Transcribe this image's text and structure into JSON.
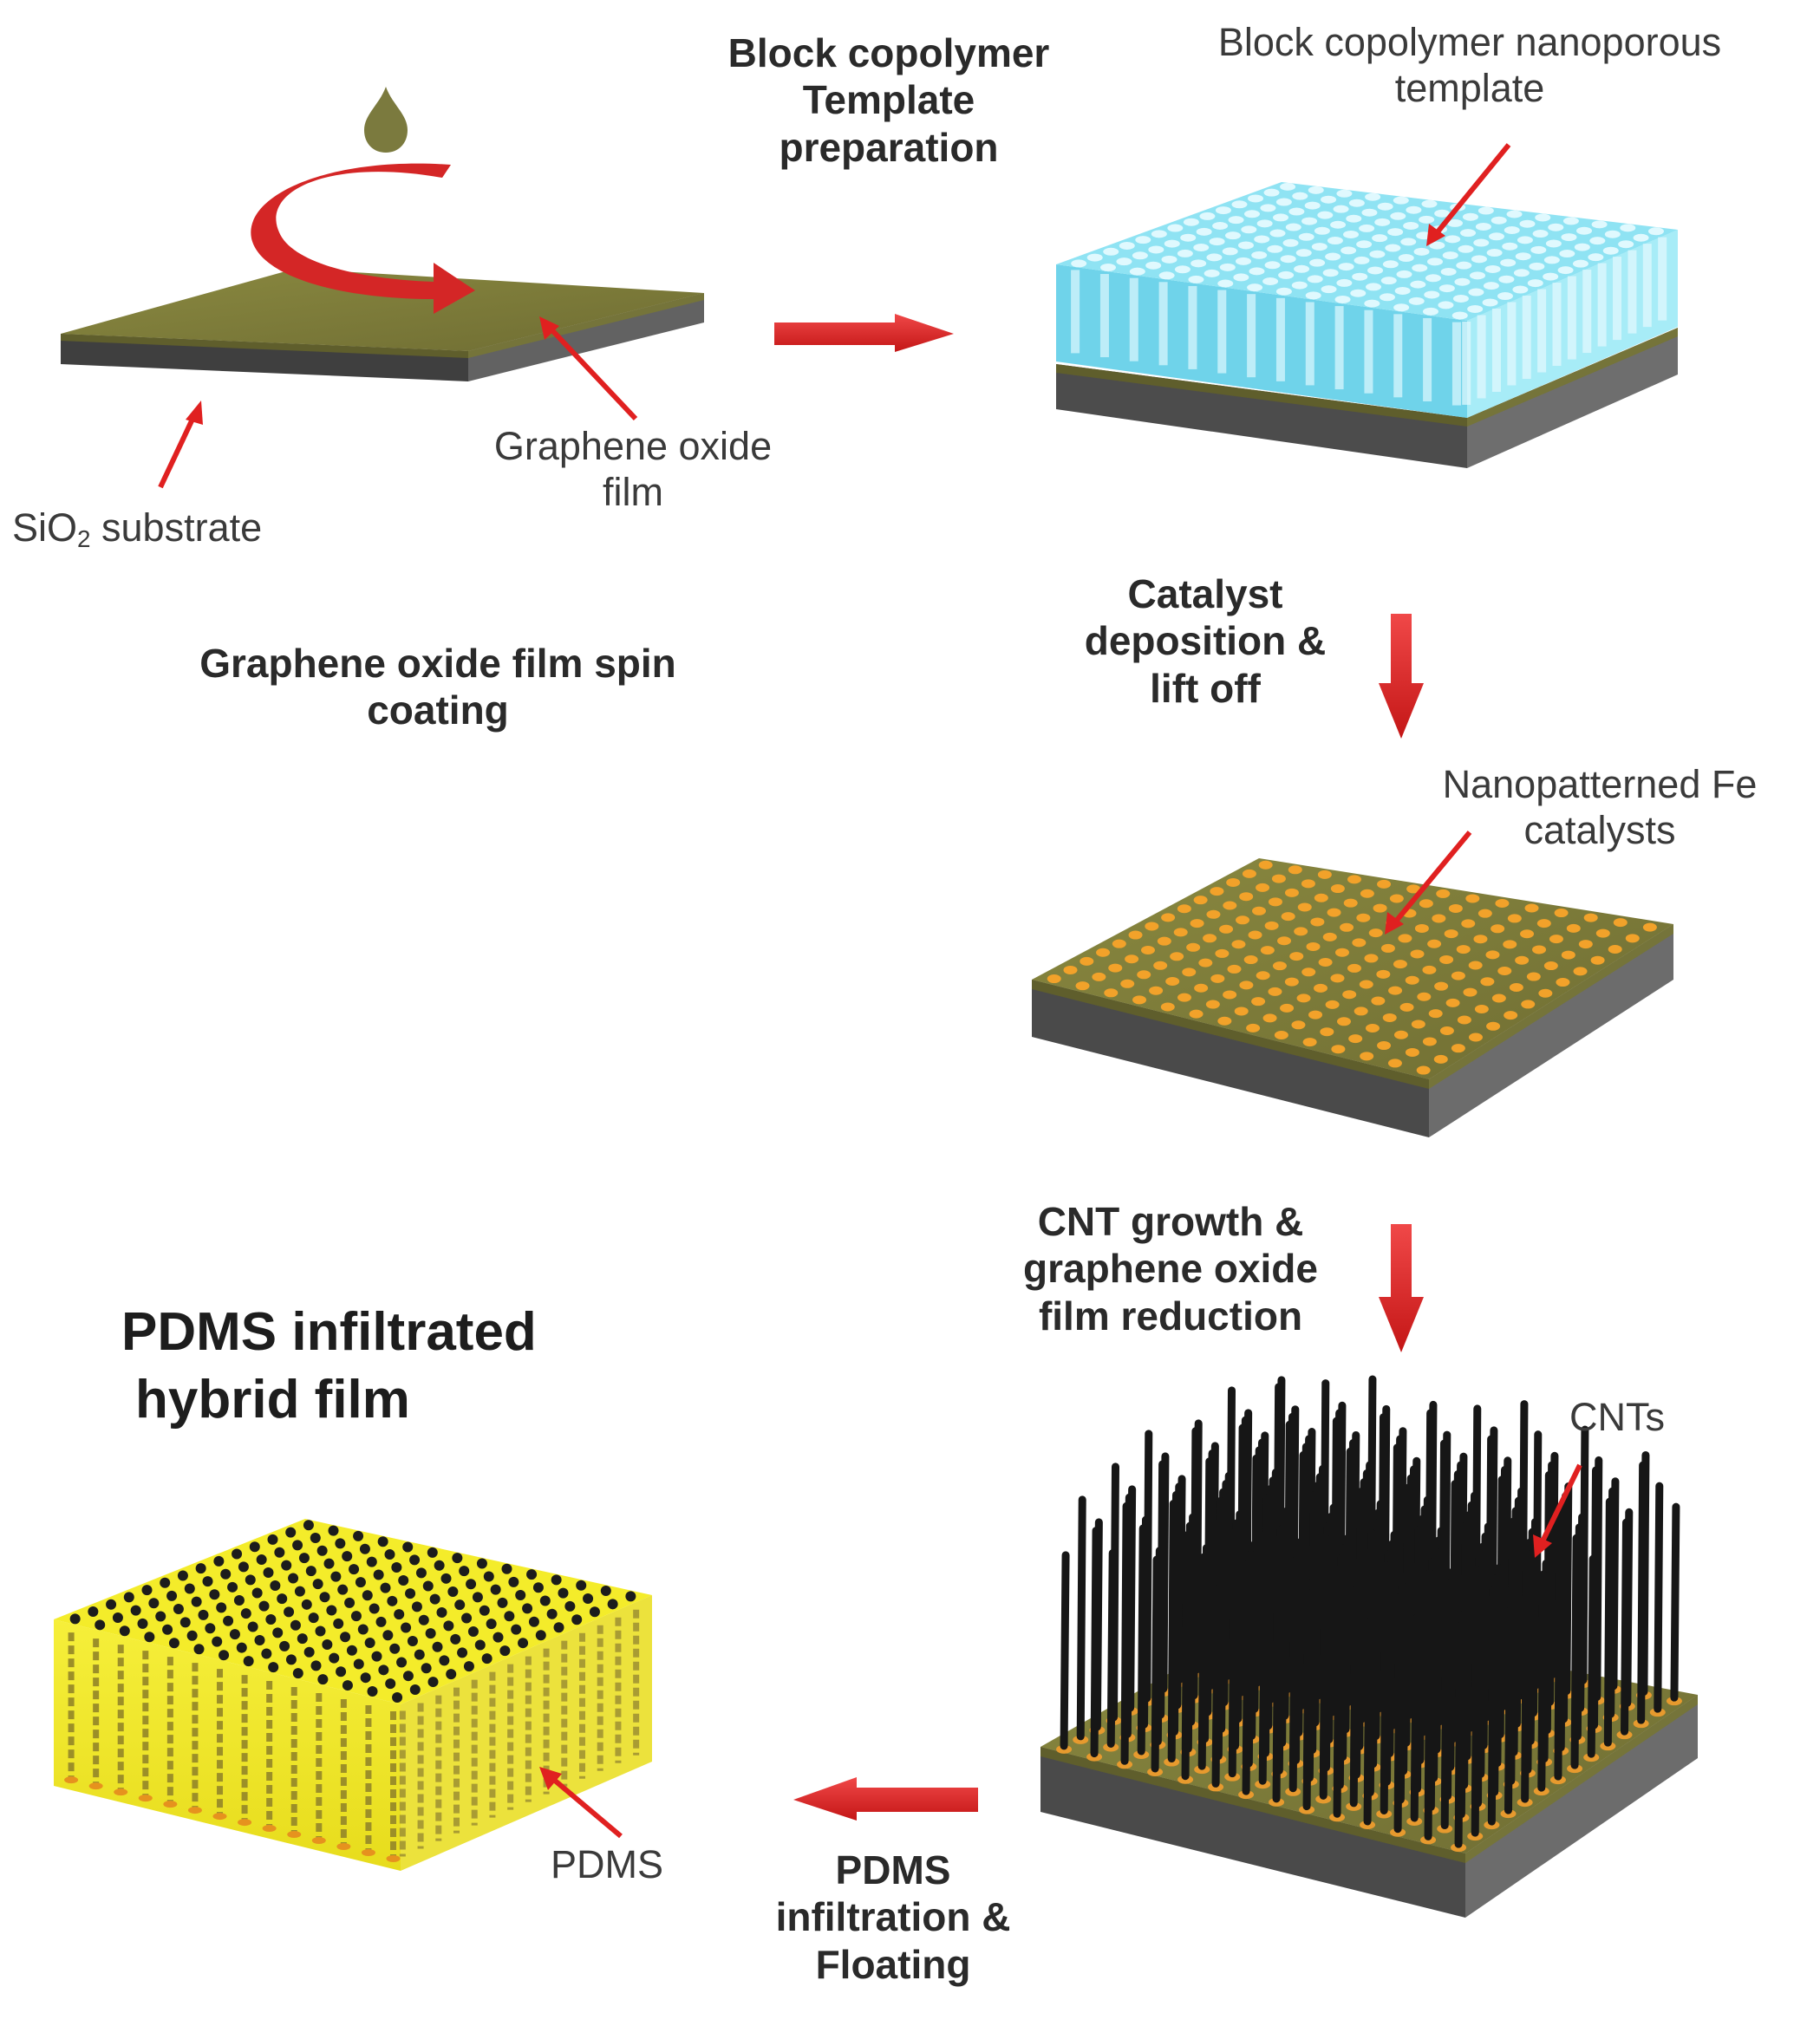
{
  "steps": {
    "spin_coating": {
      "title": [
        "Graphene oxide film spin",
        "coating"
      ]
    },
    "template_prep": {
      "title": [
        "Block copolymer",
        "Template",
        "preparation"
      ]
    },
    "catalyst": {
      "title": [
        "Catalyst",
        "deposition &",
        "lift off"
      ]
    },
    "cnt_growth": {
      "title": [
        "CNT growth &",
        "graphene oxide",
        "film reduction"
      ]
    },
    "pdms_infiltration": {
      "title": [
        "PDMS",
        "infiltration &",
        "Floating"
      ]
    }
  },
  "labels": {
    "sio2_main": "SiO",
    "sio2_sub": "2",
    "sio2_rest": " substrate",
    "graphene_oxide_film": [
      "Graphene oxide",
      "film"
    ],
    "nanoporous_template": [
      "Block copolymer nanoporous",
      "template"
    ],
    "fe_catalysts": [
      "Nanopatterned Fe",
      "catalysts"
    ],
    "cnts": "CNTs",
    "pdms": "PDMS"
  },
  "result": {
    "title": [
      "PDMS infiltrated",
      "hybrid film"
    ]
  },
  "colors": {
    "arrow": "#e02020",
    "graphene_oxide": "#7b7a3a",
    "substrate": "#5b5b5b",
    "template": "#8fe3f3",
    "catalyst": "#f2a22a",
    "cnt": "#161616",
    "pdms": "#f4ec2a"
  }
}
